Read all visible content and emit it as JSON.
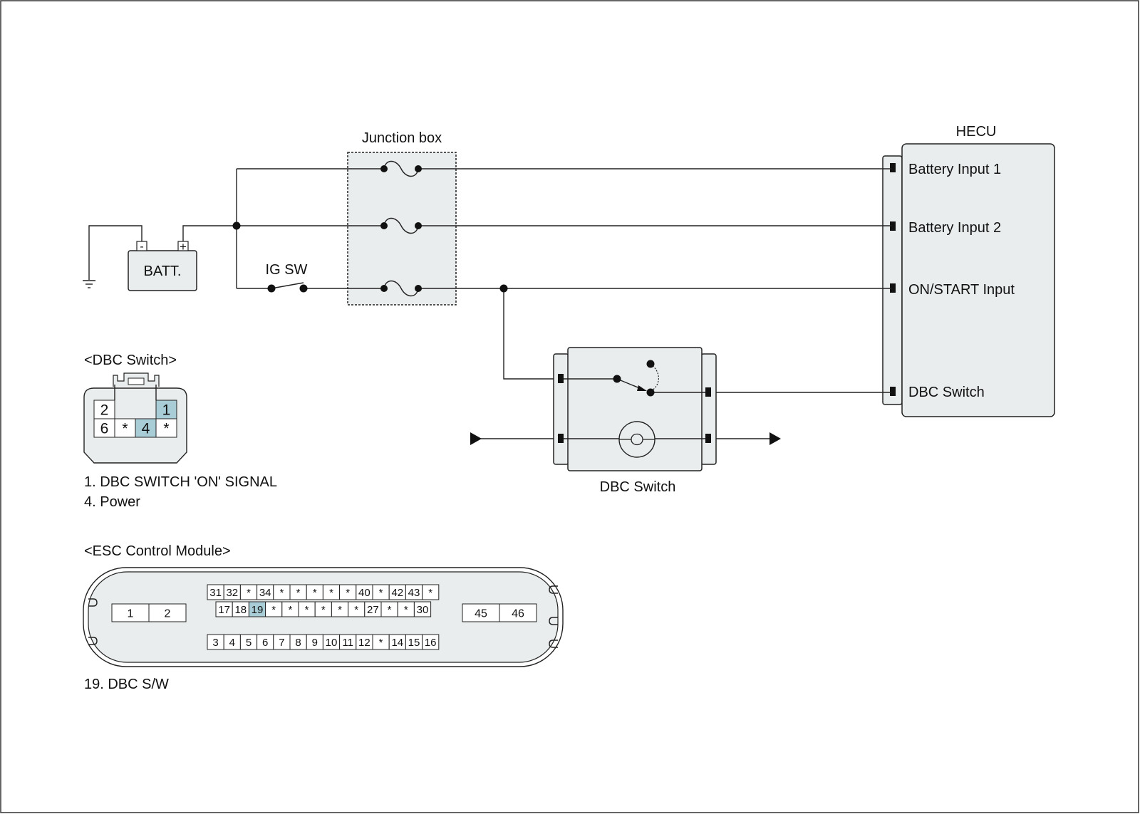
{
  "labels": {
    "junction_box": "Junction box",
    "hecu": "HECU",
    "battery_input_1": "Battery Input 1",
    "battery_input_2": "Battery Input 2",
    "on_start_input": "ON/START Input",
    "hecu_dbc_switch": "DBC Switch",
    "batt": "BATT.",
    "batt_minus": "-",
    "batt_plus": "+",
    "ig_sw": "IG SW",
    "dbc_switch_module": "DBC Switch"
  },
  "dbc_connector": {
    "title": "<DBC Switch>",
    "top_row": [
      {
        "label": "2",
        "highlight": false
      },
      {
        "label": "",
        "highlight": false
      },
      {
        "label": "",
        "highlight": false
      },
      {
        "label": "1",
        "highlight": true
      }
    ],
    "bottom_row": [
      {
        "label": "6",
        "highlight": false
      },
      {
        "label": "*",
        "highlight": false
      },
      {
        "label": "4",
        "highlight": true
      },
      {
        "label": "*",
        "highlight": false
      }
    ],
    "notes": [
      "1. DBC SWITCH 'ON' SIGNAL",
      "4. Power"
    ]
  },
  "esc_module": {
    "title": "<ESC Control Module>",
    "row1": [
      "31",
      "32",
      "*",
      "34",
      "*",
      "*",
      "*",
      "*",
      "*",
      "40",
      "*",
      "42",
      "43",
      "*"
    ],
    "row2": [
      "17",
      "18",
      "19",
      "*",
      "*",
      "*",
      "*",
      "*",
      "*",
      "27",
      "*",
      "*",
      "30"
    ],
    "row3": [
      "3",
      "4",
      "5",
      "6",
      "7",
      "8",
      "9",
      "10",
      "11",
      "12",
      "*",
      "14",
      "15",
      "16"
    ],
    "left_block": [
      "1",
      "2"
    ],
    "right_block": [
      "45",
      "46"
    ],
    "highlight_pins": [
      "19"
    ],
    "note": "19. DBC S/W"
  },
  "colors": {
    "box_fill": "#e9eded",
    "highlight": "#a9cdd6",
    "line": "#222222"
  }
}
